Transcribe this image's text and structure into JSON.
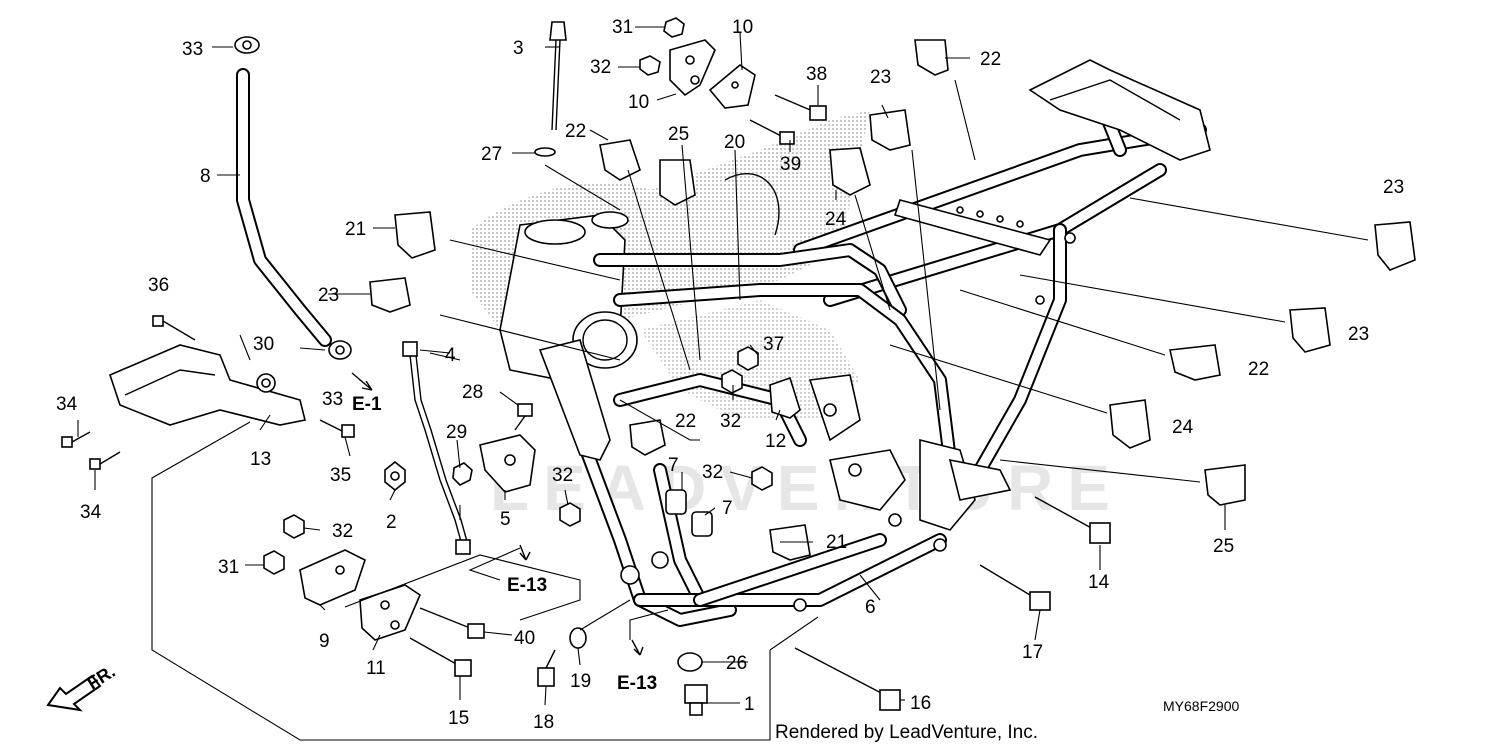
{
  "diagram_code": "MY68F2900",
  "render_credit": "Rendered by LeadVenture, Inc.",
  "direction_label": "FR.",
  "watermark_text": "LEADVENTURE",
  "colors": {
    "line": "#000000",
    "background": "#ffffff",
    "stipple": "#9a9a9a"
  },
  "icons": [
    "front-arrow-icon"
  ],
  "refs": {
    "e1": "E-1",
    "e13": "E-13"
  },
  "callouts": {
    "c1": "1",
    "c2": "2",
    "c3": "3",
    "c5": "5",
    "c6": "6",
    "c7a": "7",
    "c7b": "7",
    "c8": "8",
    "c9": "9",
    "c10a": "10",
    "c10b": "10",
    "c11": "11",
    "c12": "12",
    "c13": "13",
    "c14": "14",
    "c15": "15",
    "c16": "16",
    "c17": "17",
    "c18": "18",
    "c19": "19",
    "c20": "20",
    "c21a": "21",
    "c21b": "21",
    "c22a": "22",
    "c22b": "22",
    "c22c": "22",
    "c22d": "22",
    "c23a": "23",
    "c23b": "23",
    "c23c": "23",
    "c23d": "23",
    "c24a": "24",
    "c24b": "24",
    "c25a": "25",
    "c25b": "25",
    "c26": "26",
    "c27": "27",
    "c28": "28",
    "c29": "29",
    "c30": "30",
    "c31a": "31",
    "c31b": "31",
    "c32a": "32",
    "c32b": "32",
    "c32c": "32",
    "c32d": "32",
    "c32e": "32",
    "c33a": "33",
    "c33b": "33",
    "c34a": "34",
    "c34b": "34",
    "c35": "35",
    "c36": "36",
    "c37": "37",
    "c38": "38",
    "c39": "39",
    "c40": "40",
    "c4": "4"
  }
}
